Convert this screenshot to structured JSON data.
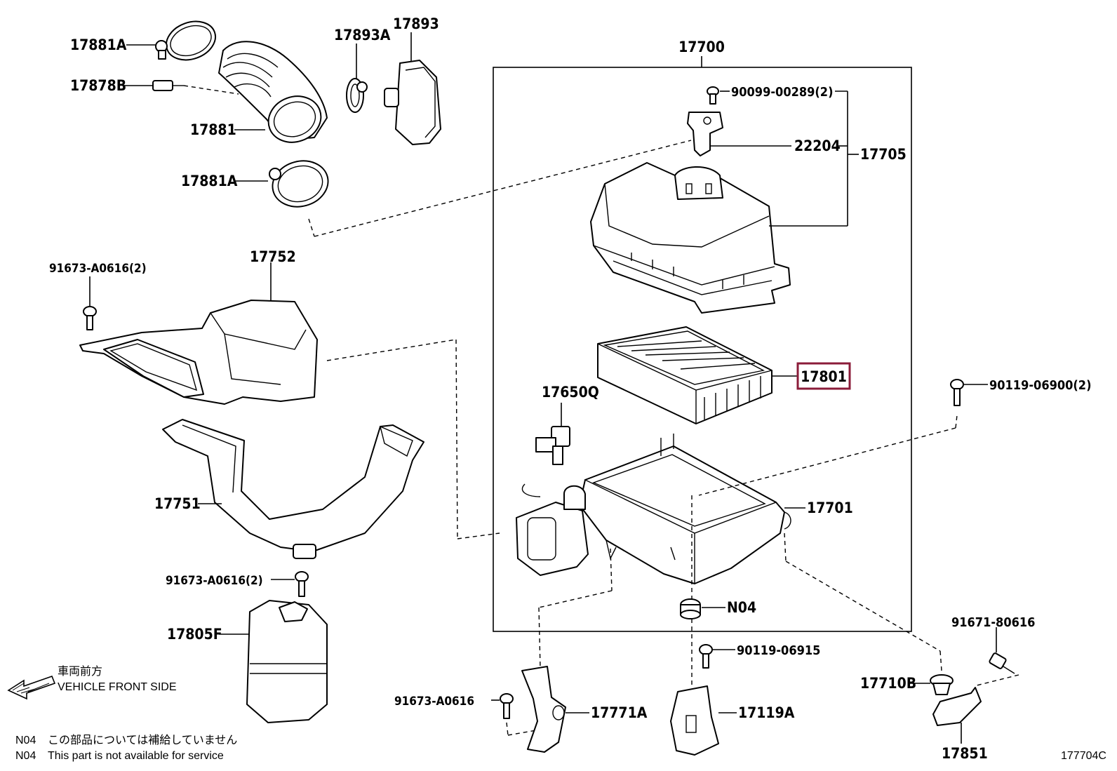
{
  "labels": {
    "p17700": "17700",
    "p90099": "90099-00289(2)",
    "p22204": "22204",
    "p17705": "17705",
    "p17881A_top": "17881A",
    "p17878B": "17878B",
    "p17881": "17881",
    "p17881A_bottom": "17881A",
    "p17893A": "17893A",
    "p17893": "17893",
    "p91673_top": "91673-A0616(2)",
    "p17752": "17752",
    "p17801": "17801",
    "p90119_06900": "90119-06900(2)",
    "p17650Q": "17650Q",
    "p17751": "17751",
    "p17701": "17701",
    "p91673_mid": "91673-A0616(2)",
    "p17805F": "17805F",
    "pN04": "N04",
    "p90119_06915": "90119-06915",
    "p91671": "91671-80616",
    "p17710B": "17710B",
    "p91673_low": "91673-A0616",
    "p17771A": "17771A",
    "p17119A": "17119A",
    "p17851": "17851"
  },
  "front_jp": "車両前方",
  "front_en": "VEHICLE FRONT SIDE",
  "notes": [
    {
      "code": "N04",
      "text": "この部品については補給していません"
    },
    {
      "code": "N04",
      "text": "This part is not available for service"
    }
  ],
  "figure_id": "177704C",
  "highlight_color": "#8b1c3a"
}
